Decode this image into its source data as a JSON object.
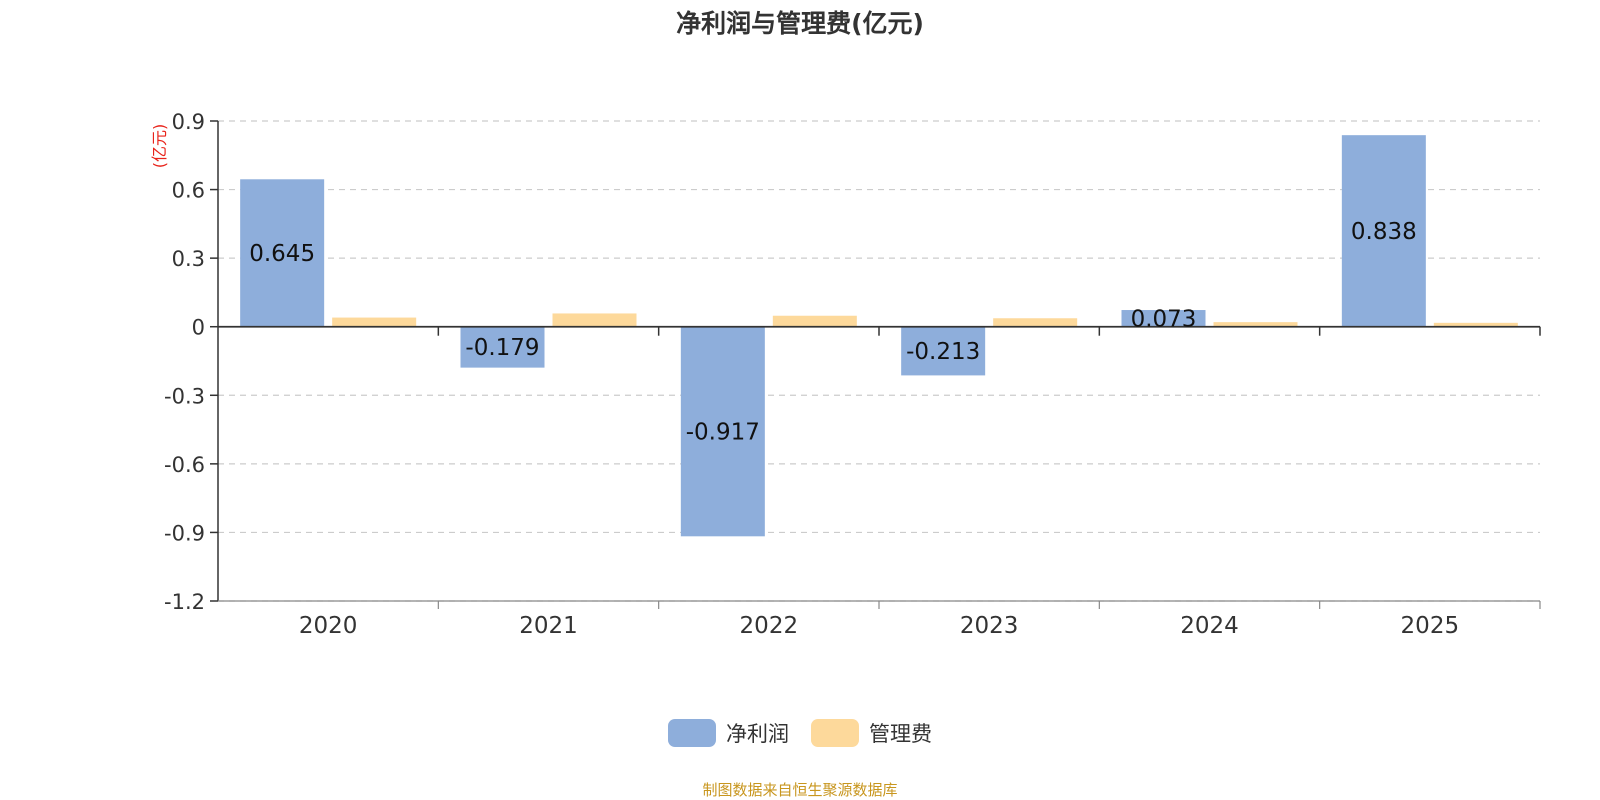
{
  "title": "净利润与管理费(亿元)",
  "source_note": "制图数据来自恒生聚源数据库",
  "colors": {
    "net_profit": "#8eaedb",
    "mgmt_fee": "#fdd99b",
    "unit_label": "#e8231a"
  },
  "chart_data": {
    "type": "bar",
    "title": "净利润与管理费(亿元)",
    "ylabel": "(亿元)",
    "categories": [
      "2020",
      "2021",
      "2022",
      "2023",
      "2024",
      "2025"
    ],
    "ylim": [
      -1.2,
      0.9
    ],
    "yticks": [
      0.9,
      0.6,
      0.3,
      0,
      -0.3,
      -0.6,
      -0.9,
      -1.2
    ],
    "ytick_labels": [
      "0.9",
      "0.6",
      "0.3",
      "0",
      "-0.3",
      "-0.6",
      "-0.9",
      "-1.2"
    ],
    "grid": true,
    "legend_position": "bottom",
    "series": [
      {
        "name": "净利润",
        "values": [
          0.645,
          -0.179,
          -0.917,
          -0.213,
          0.073,
          0.838
        ],
        "labels": [
          "0.645",
          "-0.179",
          "-0.917",
          "-0.213",
          "0.073",
          "0.838"
        ]
      },
      {
        "name": "管理费",
        "values": [
          0.04,
          0.058,
          0.048,
          0.037,
          0.02,
          0.017
        ]
      }
    ]
  }
}
